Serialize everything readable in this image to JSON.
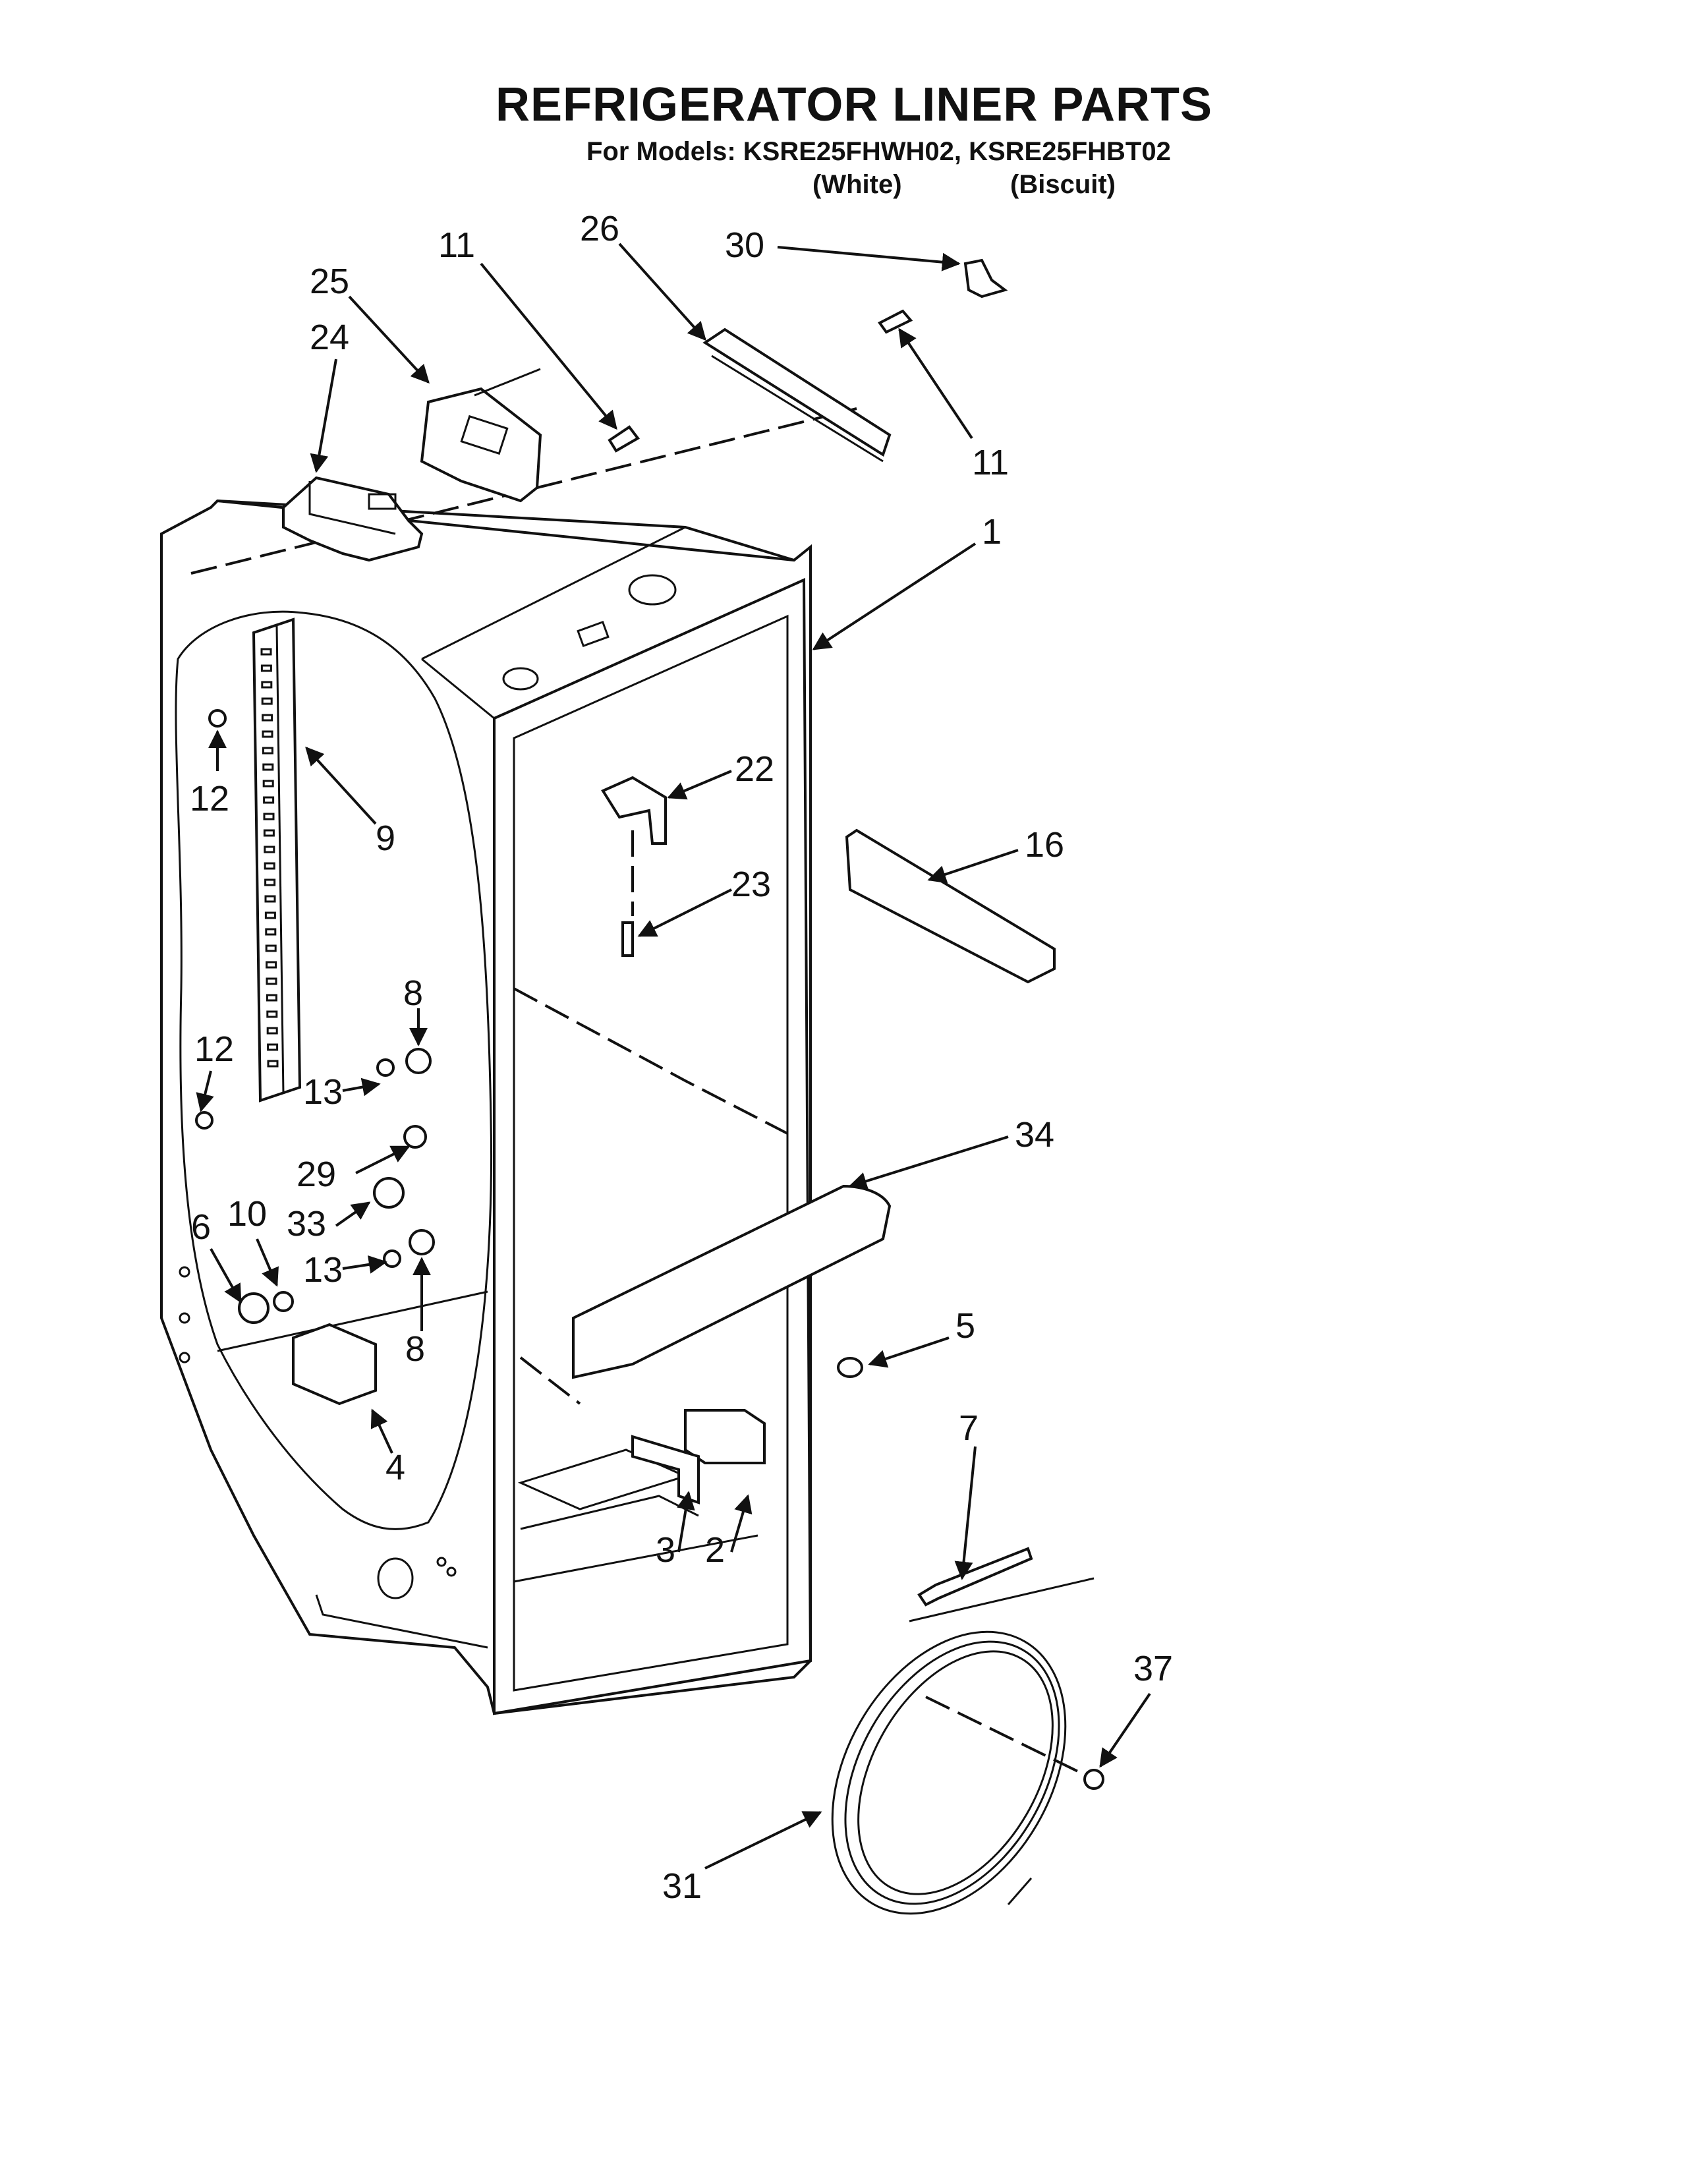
{
  "header": {
    "title": "REFRIGERATOR LINER PARTS",
    "subtitle": "For Models: KSRE25FHWH02, KSRE25FHBT02",
    "variants": [
      "(White)",
      "(Biscuit)"
    ]
  },
  "callouts": [
    {
      "label": "1"
    },
    {
      "label": "2"
    },
    {
      "label": "3"
    },
    {
      "label": "4"
    },
    {
      "label": "5"
    },
    {
      "label": "6"
    },
    {
      "label": "7"
    },
    {
      "label": "8"
    },
    {
      "label": "8"
    },
    {
      "label": "9"
    },
    {
      "label": "10"
    },
    {
      "label": "11"
    },
    {
      "label": "11"
    },
    {
      "label": "12"
    },
    {
      "label": "12"
    },
    {
      "label": "13"
    },
    {
      "label": "13"
    },
    {
      "label": "16"
    },
    {
      "label": "22"
    },
    {
      "label": "23"
    },
    {
      "label": "24"
    },
    {
      "label": "25"
    },
    {
      "label": "26"
    },
    {
      "label": "29"
    },
    {
      "label": "30"
    },
    {
      "label": "31"
    },
    {
      "label": "33"
    },
    {
      "label": "34"
    },
    {
      "label": "37"
    }
  ]
}
